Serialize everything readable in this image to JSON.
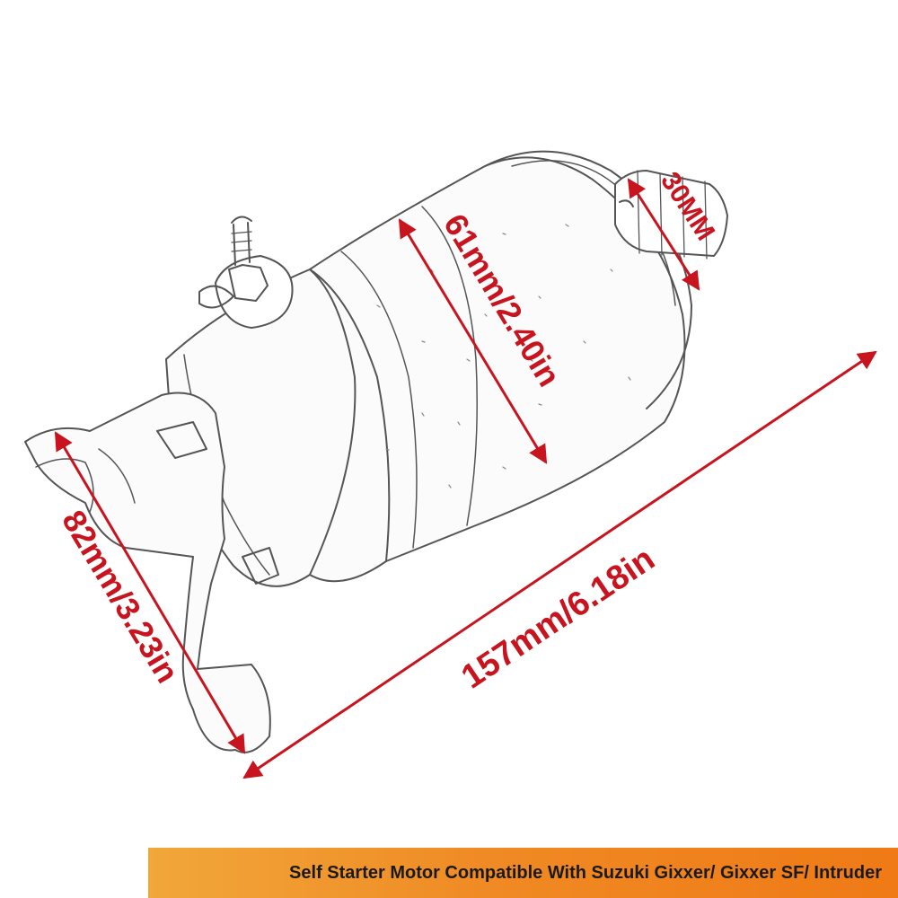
{
  "product": {
    "image_name": "starter-motor-line-drawing"
  },
  "dimensions": {
    "pinion_diameter": "30MM",
    "body_diameter": "61mm/2.40in",
    "total_length": "157mm/6.18in",
    "mount_height": "82mm/3.23in"
  },
  "banner": {
    "caption": "Self Starter Motor Compatible With Suzuki Gixxer/ Gixxer SF/ Intruder"
  },
  "colors": {
    "dimension_red": "#c8141e",
    "banner_orange": "#f08a24",
    "line_art": "#555555"
  }
}
